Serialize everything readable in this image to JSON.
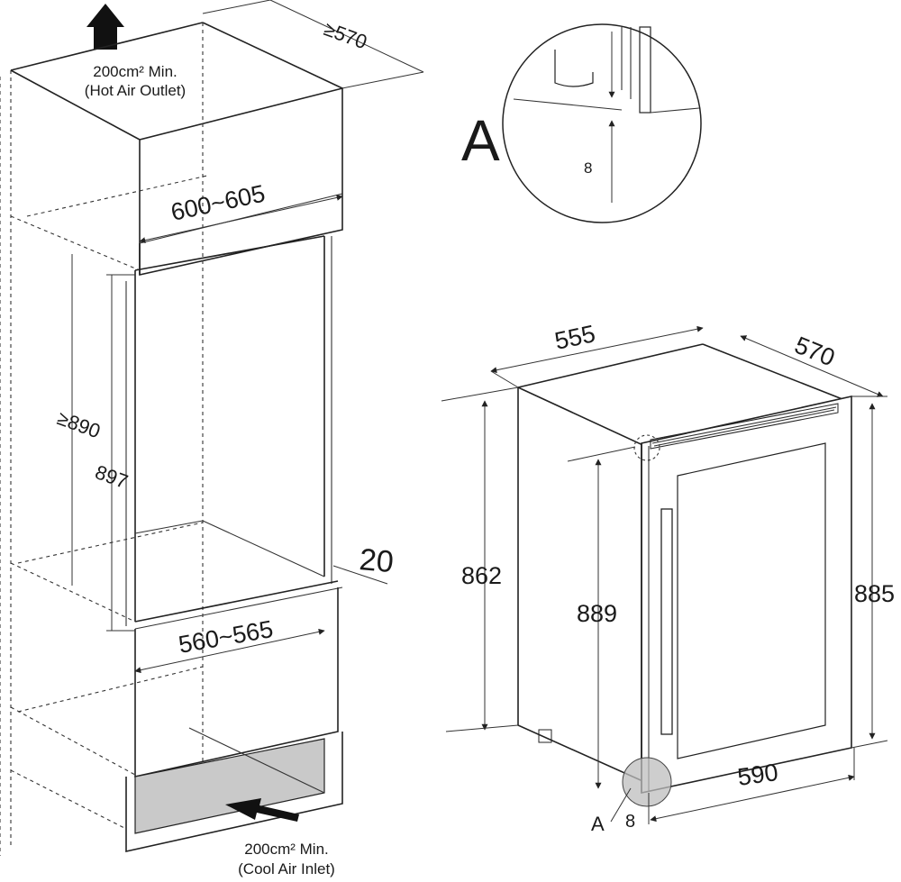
{
  "cabinet": {
    "top_vent_label": "200cm² Min.",
    "top_vent_sub": "(Hot Air Outlet)",
    "depth_top": "≥570",
    "width_top": "600~605",
    "height_outer": "≥890",
    "height_inner": "897",
    "gap": "20",
    "width_bottom": "560~565",
    "bottom_vent_label": "200cm² Min.",
    "bottom_vent_sub": "(Cool Air Inlet)"
  },
  "detail": {
    "letter": "A",
    "gap_value": "8"
  },
  "appliance": {
    "width": "555",
    "depth": "570",
    "height_body": "862",
    "height_door": "889",
    "height_total": "885",
    "width_with_door": "590",
    "marker": "A",
    "marker_gap": "8"
  }
}
